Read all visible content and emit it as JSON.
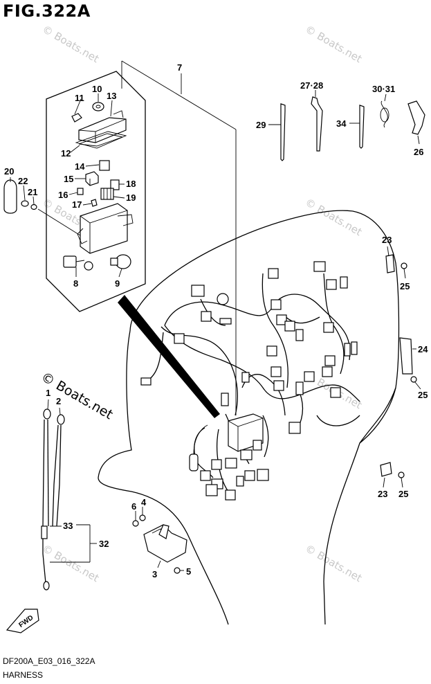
{
  "figure": {
    "title": "FIG.322A",
    "model_code": "DF200A_E03_016_322A",
    "section": "HARNESS"
  },
  "watermark": {
    "text": "© Boats.net",
    "prominent_text": "© Boats.net"
  },
  "fwd_arrow": {
    "label": "FWD"
  },
  "callouts": {
    "c1": "1",
    "c2": "2",
    "c3": "3",
    "c4": "4",
    "c5": "5",
    "c6": "6",
    "c7": "7",
    "c8": "8",
    "c9": "9",
    "c10": "10",
    "c11": "11",
    "c12": "12",
    "c13": "13",
    "c14": "14",
    "c15": "15",
    "c16": "16",
    "c17": "17",
    "c18": "18",
    "c19": "19",
    "c20": "20",
    "c21": "21",
    "c22": "22",
    "c23a": "23",
    "c23b": "23",
    "c24": "24",
    "c25a": "25",
    "c25b": "25",
    "c25c": "25",
    "c26": "26",
    "c27_28": "27·28",
    "c29": "29",
    "c30_31": "30·31",
    "c32": "32",
    "c33": "33",
    "c34": "34"
  }
}
